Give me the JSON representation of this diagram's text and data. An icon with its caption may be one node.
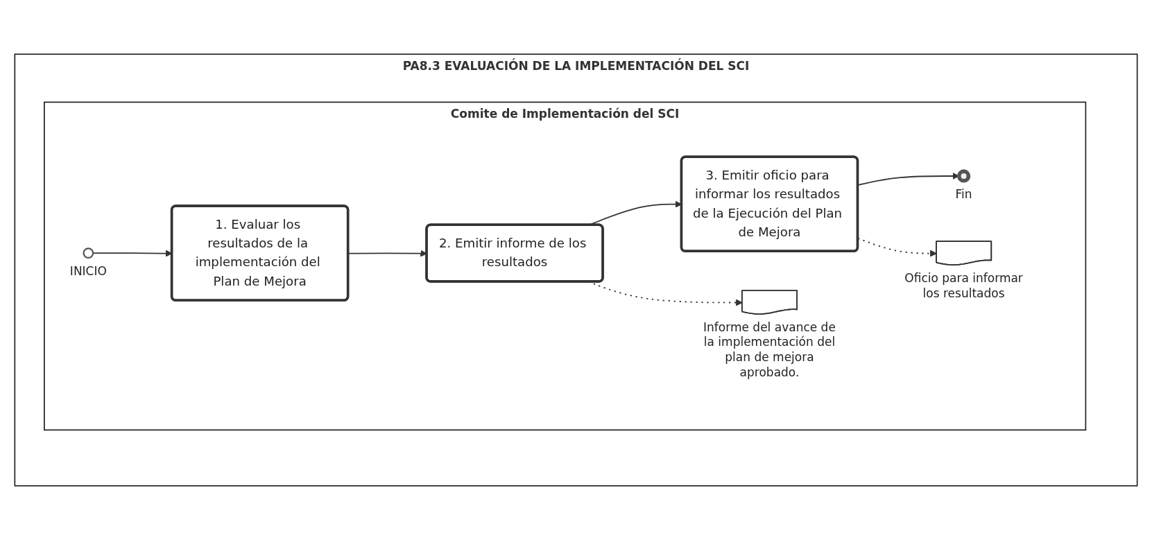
{
  "diagram": {
    "nodes": [
      {
        "text": [
          "PA8.3 EVALUACIÓN DE LA IMPLEMENTACIÓN DEL SCI"
        ]
      },
      {
        "text": [
          "Comite de Implementación del SCI"
        ],
        "in": 0
      },
      {
        "text": [],
        "shape": "circle",
        "beside": [
          "INICIO"
        ],
        "in": 1
      },
      {
        "text": [
          "1. Evaluar los resultados de la implementación del Plan de Mejora"
        ],
        "in": 1
      },
      {
        "text": [
          "2. Emitir informe de los resultados"
        ],
        "in": 1
      },
      {
        "text": [
          "3. Emitir oficio para informar los resultados de la Ejecución del Plan de Mejora"
        ],
        "in": 1
      },
      {
        "text": [],
        "shape": "circle",
        "beside": [
          "Fin"
        ],
        "in": 1
      },
      {
        "text": [],
        "shape": "document",
        "beside": [
          "Informe del avance de la implementación del plan de mejora aprobado."
        ],
        "in": 1
      },
      {
        "text": [],
        "shape": "document",
        "beside": [
          "Oficio para informar los resultados"
        ],
        "in": 1
      }
    ],
    "edges": [
      {
        "from": 2,
        "to": 3,
        "arrow": "to"
      },
      {
        "from": 3,
        "to": 4,
        "arrow": "to"
      },
      {
        "from": 4,
        "to": 5,
        "arrow": "to"
      },
      {
        "from": 5,
        "to": 6,
        "arrow": "to"
      },
      {
        "from": 4,
        "to": 7,
        "arrow": "to",
        "style": "dashed"
      },
      {
        "from": 5,
        "to": 8,
        "arrow": "to",
        "style": "dashed"
      }
    ]
  }
}
